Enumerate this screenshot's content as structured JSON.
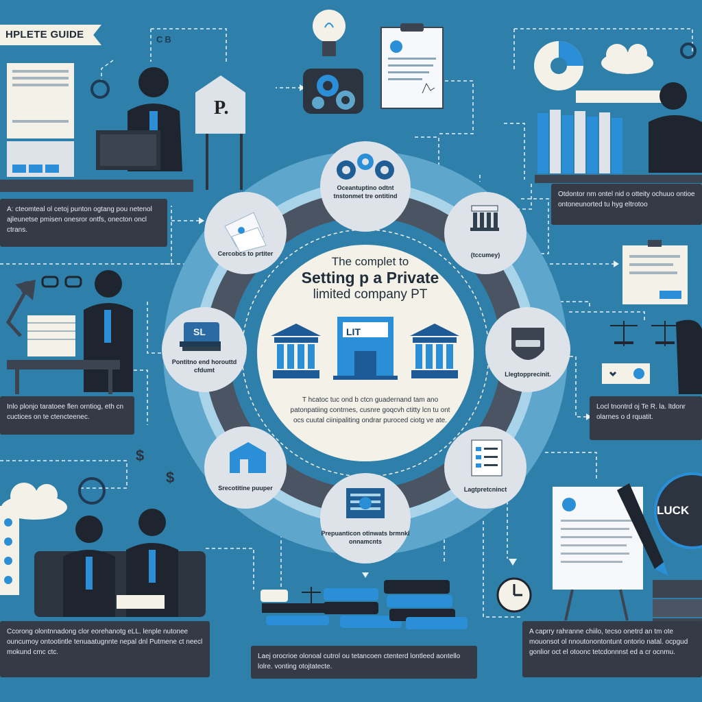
{
  "header": {
    "banner_text": "HPLETE GUIDE",
    "top_label": "CB"
  },
  "center": {
    "title_line1": "The complet to",
    "title_line2": "Setting p a Private",
    "title_line3": "limited company PT",
    "description": "T hcatoc tuc ond b ctcn guadernand tam ano patonpatiing contrnes, cusnre goqcvh ctitty lcn tu ont ocs cuutal ciinipaliting ondrar puroced ciotg ve ate."
  },
  "nodes": [
    {
      "label": "Oceantuptino  odtnt tnstonmet  tre ontitind"
    },
    {
      "label": "Cercobcs  to prtiter"
    },
    {
      "label": "(tccumey)"
    },
    {
      "label": "Pontitno end  horouttd cfdumt"
    },
    {
      "label": "Llegtopprecinit."
    },
    {
      "label": "Srecotitine  puuper"
    },
    {
      "label": "Lagtpretcninct"
    },
    {
      "label": "Prepuanticon otinwats  brmnkl onnamcnts"
    }
  ],
  "panels": {
    "top_left": "A: cteomteal ol cetoj punton ogtang pou netenol ajleunetse pmisen onesror ontfs, onecton oncl ctrans.",
    "top_right": "Otdontor nm ontel nid o otteity  ochuuo ontioe ontoneunorted tu hyg eltrotoo",
    "mid_left": "Inlo plonjo taratoee flen orntiog, eth cn cuctices on te ctencteenec.",
    "mid_right": "Locl tnontrd oj Te R. la. ltdonr olarnes o d rquatit.",
    "bottom_left": "Ccorong olontnnadong clor eorehanotg eLL. lenple nutonee ouncumoy ontootintle tenuaatugnnte nepal dnl Putmene ct neecl mokund cmc ctc.",
    "bottom_center": "Laej orocrioe olonoal cutrol ou tetancoen ctenterd lontleed aontello lolre. vonting otojtatecte.",
    "bottom_right": "A caprry rahranne chiilo, tecso onetrd an tm ote mouonsot ol nnoutonontontunt ontorio natal. ocpgud gonlior oct el otoonc tetcdonnnst ed a cr ocnmu."
  },
  "signage": {
    "sign_letter": "P.",
    "bank_sign": "LIT",
    "badge_text": "SL",
    "lucky_text": "LUCK",
    "dollar_symbol": "$"
  },
  "colors": {
    "background": "#2e7fa9",
    "panel": "#343a46",
    "ring_outer": "#5fa6cc",
    "ring_mid": "#a9d3e8",
    "ring_dark": "#4a5462",
    "center_disc": "#f4f1e8",
    "accent": "#2a8fd6"
  }
}
